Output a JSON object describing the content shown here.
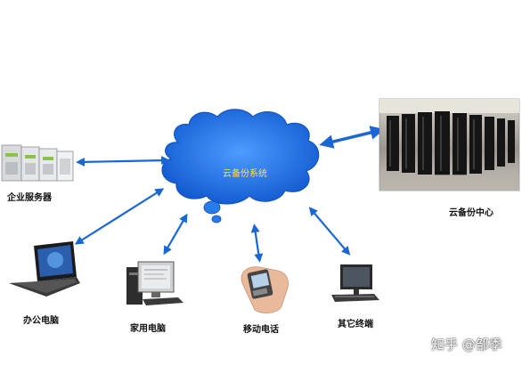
{
  "cloud": {
    "label": "云备份系统"
  },
  "nodes": {
    "enterprise_server": "企业服务器",
    "office_pc": "办公电脑",
    "home_pc": "家用电脑",
    "mobile_phone": "移动电话",
    "other_terminal": "其它终端",
    "backup_center": "云备份中心"
  },
  "watermark": "知乎 @邹季",
  "colors": {
    "cloud": "#1f6fe0",
    "arrow": "#1a66d6",
    "cloud_text": "#ffe23a"
  }
}
